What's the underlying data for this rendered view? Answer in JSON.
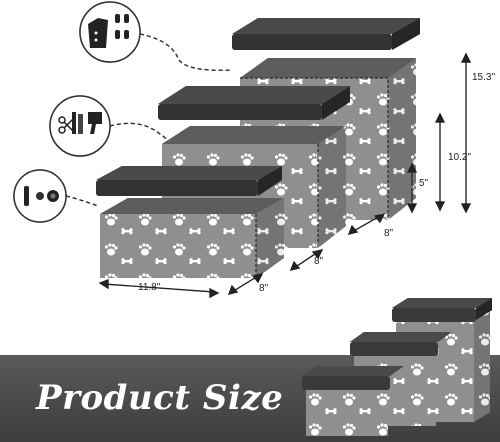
{
  "colors": {
    "box_fabric": "#8f8f8f",
    "box_fabric_dark": "#6f6f6f",
    "lid": "#3a3a3a",
    "lid_top": "#4a4a4a",
    "paw": "#ffffff",
    "banner": "#474747",
    "title_text": "#ffffff"
  },
  "dimensions": {
    "total_height": "15.3\"",
    "mid_height": "10.2\"",
    "step_height": "5\"",
    "depth_top": "8\"",
    "depth_mid": "8\"",
    "depth_front": "8\"",
    "width": "11.8\""
  },
  "storage_callouts": [
    {
      "icon": "dog-clothes-icon"
    },
    {
      "icon": "grooming-tools-icon"
    },
    {
      "icon": "dog-toys-icon"
    }
  ],
  "banner": {
    "title": "Product Size"
  }
}
